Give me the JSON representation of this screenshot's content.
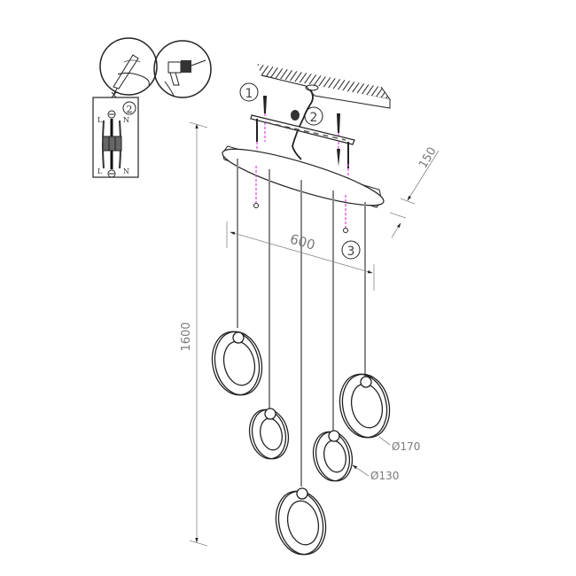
{
  "diagram": {
    "type": "installation-drawing",
    "subject": "5-ring LED pendant light",
    "steps": [
      {
        "number": "1",
        "label": "1"
      },
      {
        "number": "2",
        "label": "2"
      },
      {
        "number": "3",
        "label": "3"
      }
    ],
    "wiring_box": {
      "step_label": "2",
      "terminals_top": [
        "L",
        "N"
      ],
      "terminals_bottom": [
        "L",
        "N"
      ]
    },
    "dimensions": {
      "height": "1600",
      "width": "600",
      "depth": "150",
      "large_ring_diameter": "Ø170",
      "small_ring_diameter": "Ø130"
    },
    "icons": [
      "tester-screwdriver-icon",
      "drill-icon",
      "ground-symbol-icon"
    ],
    "colors": {
      "line": "#222222",
      "dimension": "#7a7a7a",
      "guide_dashed": "#e040e0",
      "rod": "#8a8a8a"
    }
  }
}
